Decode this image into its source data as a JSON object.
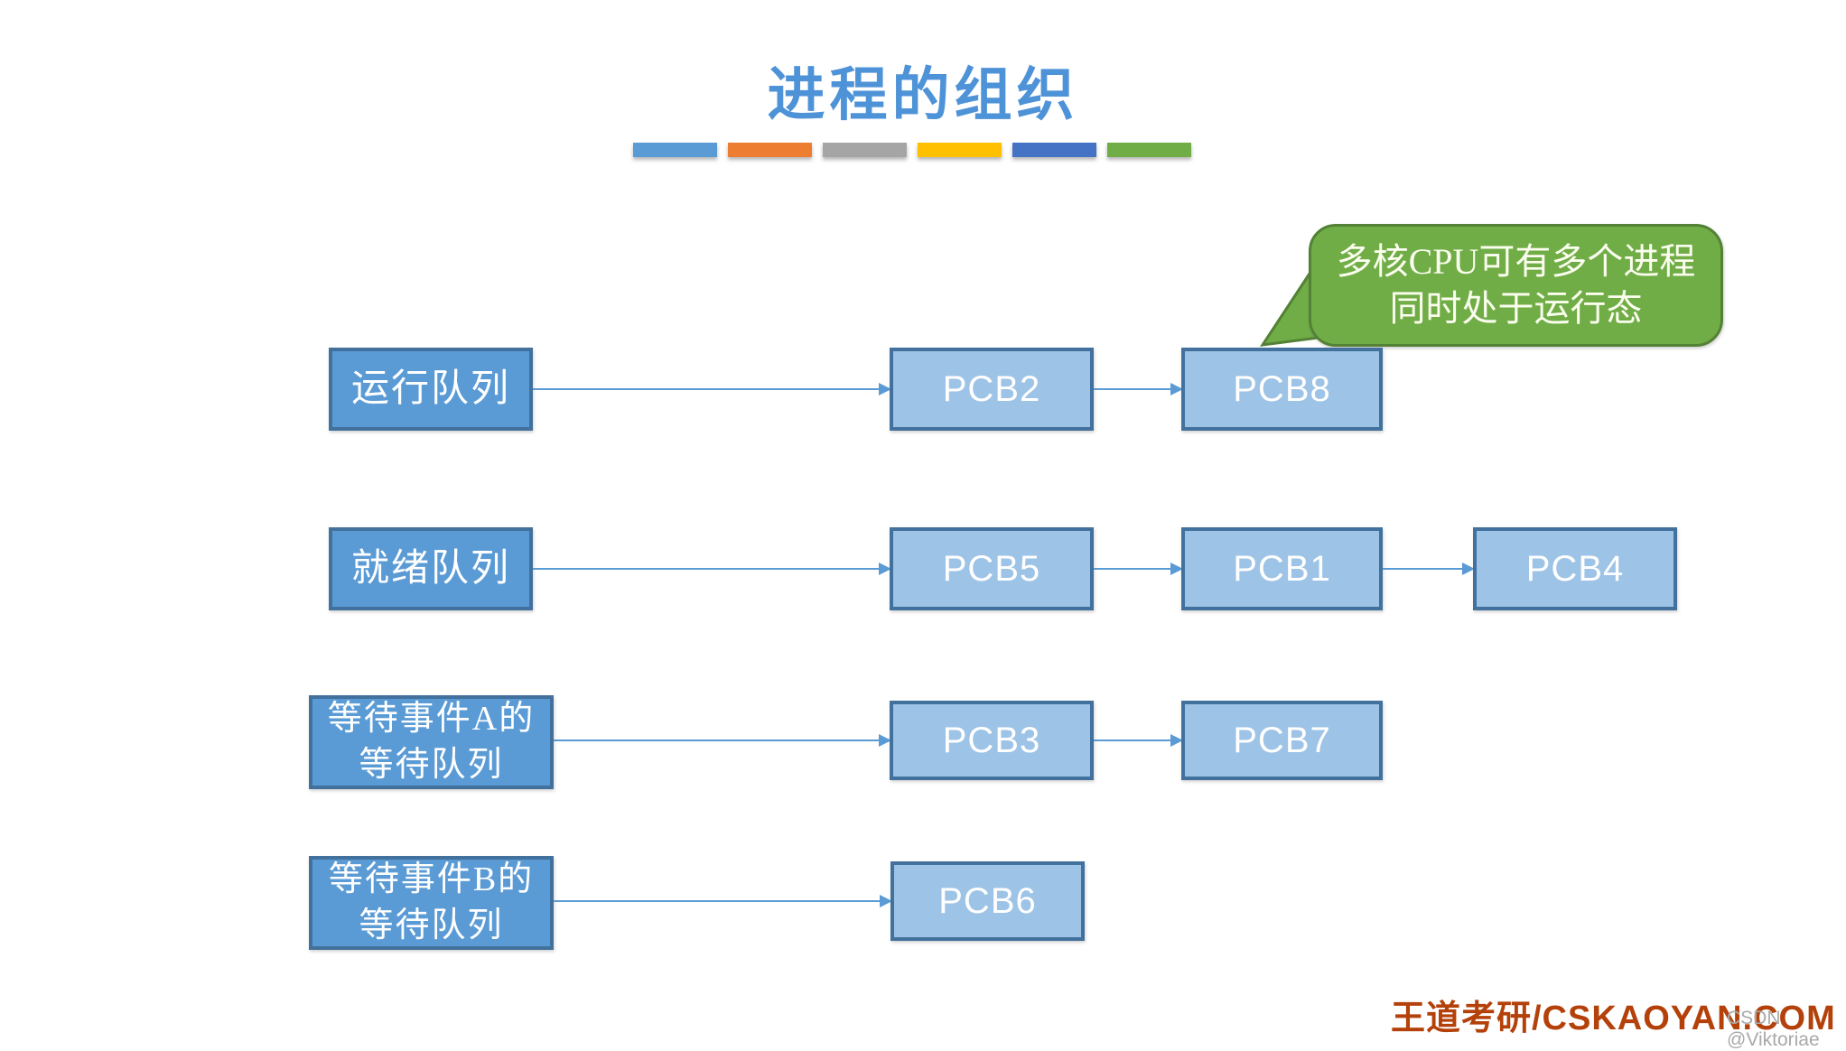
{
  "title": "进程的组织",
  "accent_bars": [
    "#5B9BD5",
    "#ED7D31",
    "#A5A5A5",
    "#FFC000",
    "#4472C4",
    "#70AD47"
  ],
  "callout": {
    "text": "多核CPU可有多个进程\n同时处于运行态",
    "fill": "#70AD47",
    "border": "#538135",
    "text_color": "#FBFDEE"
  },
  "rows": [
    {
      "label": "运行队列",
      "pcbs": [
        "PCB2",
        "PCB8"
      ]
    },
    {
      "label": "就绪队列",
      "pcbs": [
        "PCB5",
        "PCB1",
        "PCB4"
      ]
    },
    {
      "label": "等待事件A的\n等待队列",
      "pcbs": [
        "PCB3",
        "PCB7"
      ]
    },
    {
      "label": "等待事件B的\n等待队列",
      "pcbs": [
        "PCB6"
      ]
    }
  ],
  "colors": {
    "title": "#4E93D8",
    "queue_box_fill": "#5B9BD5",
    "queue_box_border": "#41719C",
    "pcb_box_fill": "#9DC3E6",
    "pcb_box_border": "#41719C",
    "arrow": "#5B9BD5",
    "watermark": "#B4410A"
  },
  "watermark": "王道考研/CSKAOYAN.COM",
  "badge": "CSDN @Viktoriae"
}
